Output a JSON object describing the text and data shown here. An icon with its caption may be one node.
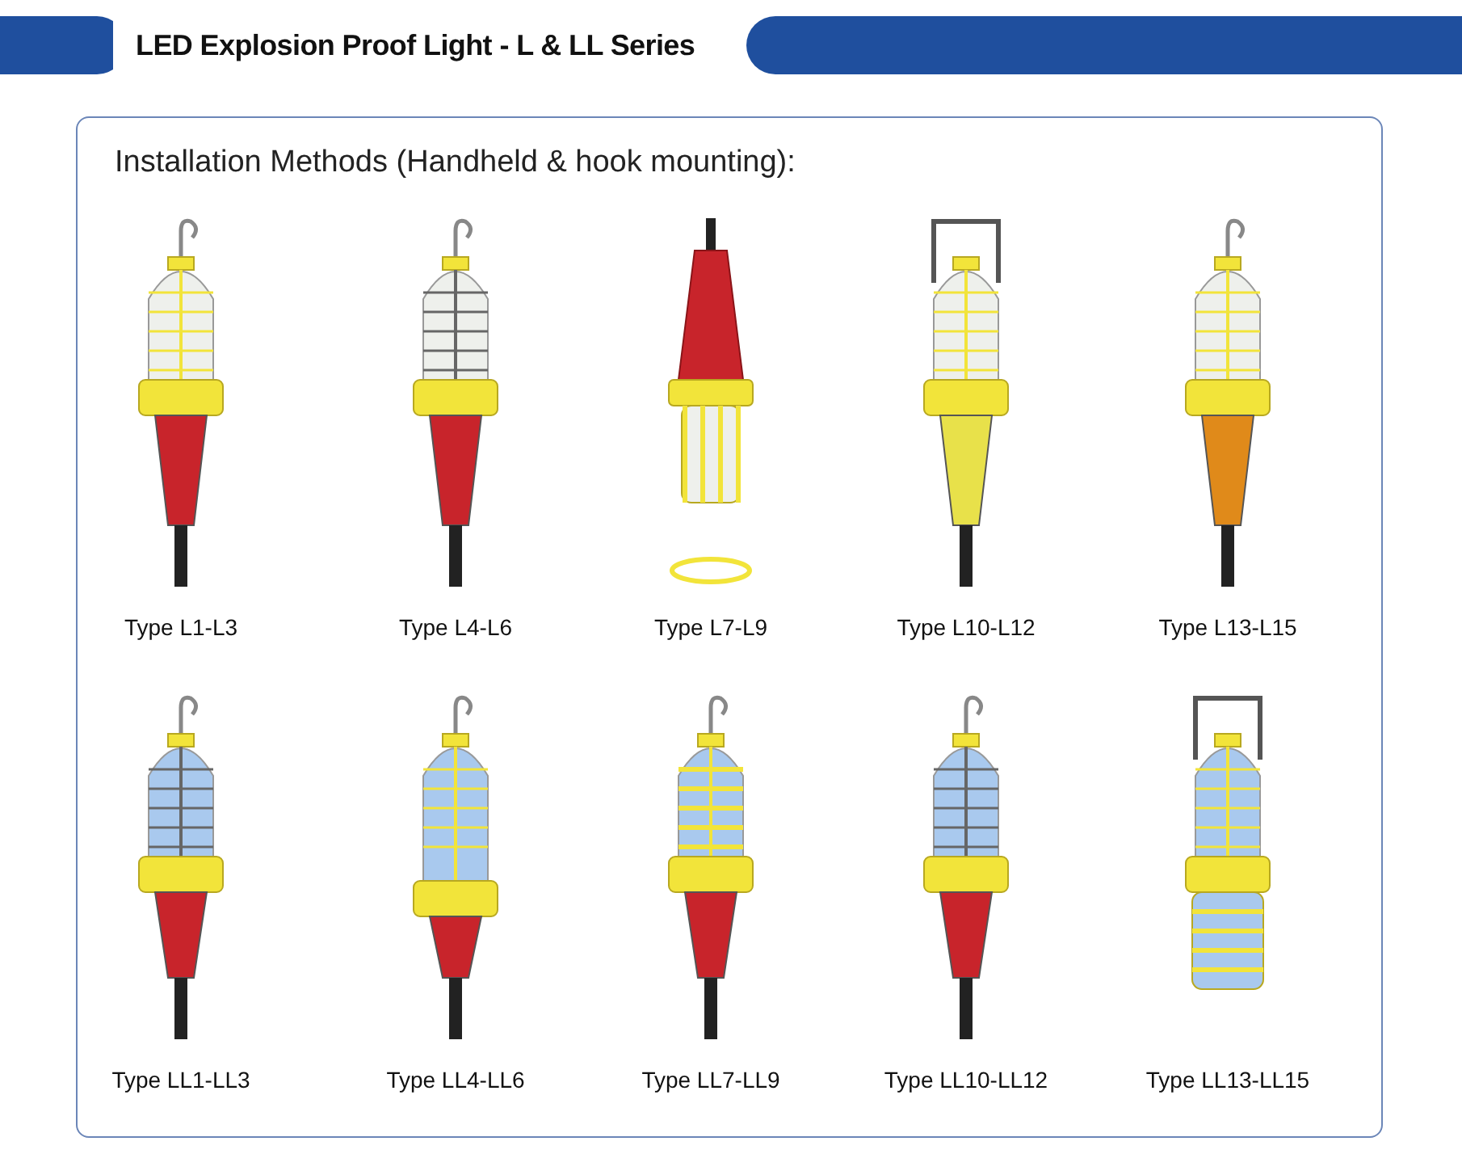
{
  "diagram": {
    "title": "LED Explosion Proof Light - L & LL Series",
    "labels": [
      "Installation Methods (Handheld & hook mounting):",
      "Type L1-L3",
      "Type L4-L6",
      "Type L7-L9",
      "Type L10-L12",
      "Type L13-L15",
      "Type LL1-LL3",
      "Type LL4-LL6",
      "Type LL7-LL9",
      "Type LL10-LL12",
      "Type LL13-LL15"
    ]
  }
}
